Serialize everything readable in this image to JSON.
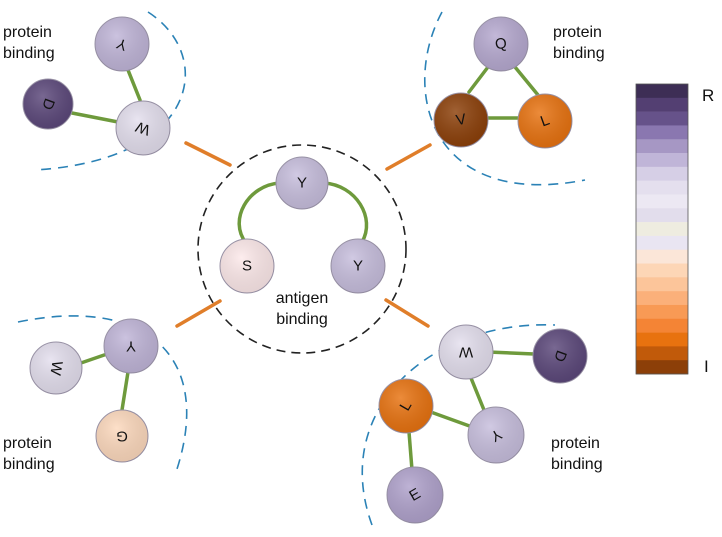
{
  "labels": {
    "protein_binding_line1": "protein",
    "protein_binding_line2": "binding",
    "antigen_binding_line1": "antigen",
    "antigen_binding_line2": "binding"
  },
  "colorbar": {
    "top_label": "R",
    "bottom_label": "I",
    "colors": [
      "#3d2e55",
      "#533f72",
      "#66528a",
      "#8a77b0",
      "#a697c4",
      "#c0b5d8",
      "#d6cfe6",
      "#e4dfee",
      "#ece8f3",
      "#e2ddec",
      "#eeece0",
      "#e9e5f2",
      "#fbe6d8",
      "#fdd6b6",
      "#fcc59a",
      "#fbb07a",
      "#f89a55",
      "#f48435",
      "#e8720f",
      "#c15a0a",
      "#8c3f08"
    ]
  },
  "groups": {
    "top_left": {
      "nodes": [
        {
          "letter": "Y",
          "fill": "#c0b5d8"
        },
        {
          "letter": "D",
          "fill": "#5b477a"
        },
        {
          "letter": "W",
          "fill": "#e4dfee"
        }
      ]
    },
    "top_right": {
      "nodes": [
        {
          "letter": "Q",
          "fill": "#b6a9d0"
        },
        {
          "letter": "V",
          "fill": "#8c3f08"
        },
        {
          "letter": "L",
          "fill": "#e8720f"
        }
      ]
    },
    "center": {
      "nodes": [
        {
          "letter": "Y",
          "fill": "#c7bedd"
        },
        {
          "letter": "S",
          "fill": "#fde9ea"
        },
        {
          "letter": "Y",
          "fill": "#c7bedd"
        }
      ]
    },
    "bottom_left": {
      "nodes": [
        {
          "letter": "W",
          "fill": "#e4dfee"
        },
        {
          "letter": "Y",
          "fill": "#c0b5d8"
        },
        {
          "letter": "G",
          "fill": "#fdd9bd"
        }
      ]
    },
    "bottom_right": {
      "nodes": [
        {
          "letter": "W",
          "fill": "#e4dfee"
        },
        {
          "letter": "D",
          "fill": "#5b477a"
        },
        {
          "letter": "L",
          "fill": "#e8720f"
        },
        {
          "letter": "Y",
          "fill": "#c7bedd"
        },
        {
          "letter": "E",
          "fill": "#b0a2cc"
        }
      ]
    }
  }
}
